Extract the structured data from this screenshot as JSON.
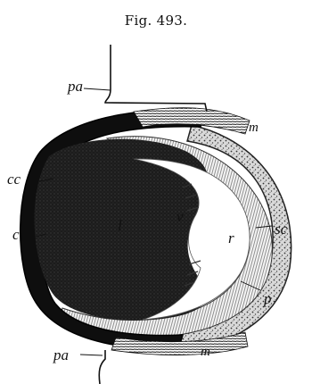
{
  "figure": {
    "caption": "Fig. 493.",
    "labels": {
      "pa_top": "pa",
      "m_top": "m",
      "cc": "cc",
      "l": "l",
      "v": "v",
      "c": "c",
      "r": "r",
      "sc": "sc",
      "p": "p",
      "pa_bottom": "pa",
      "m_bottom": "m"
    }
  }
}
